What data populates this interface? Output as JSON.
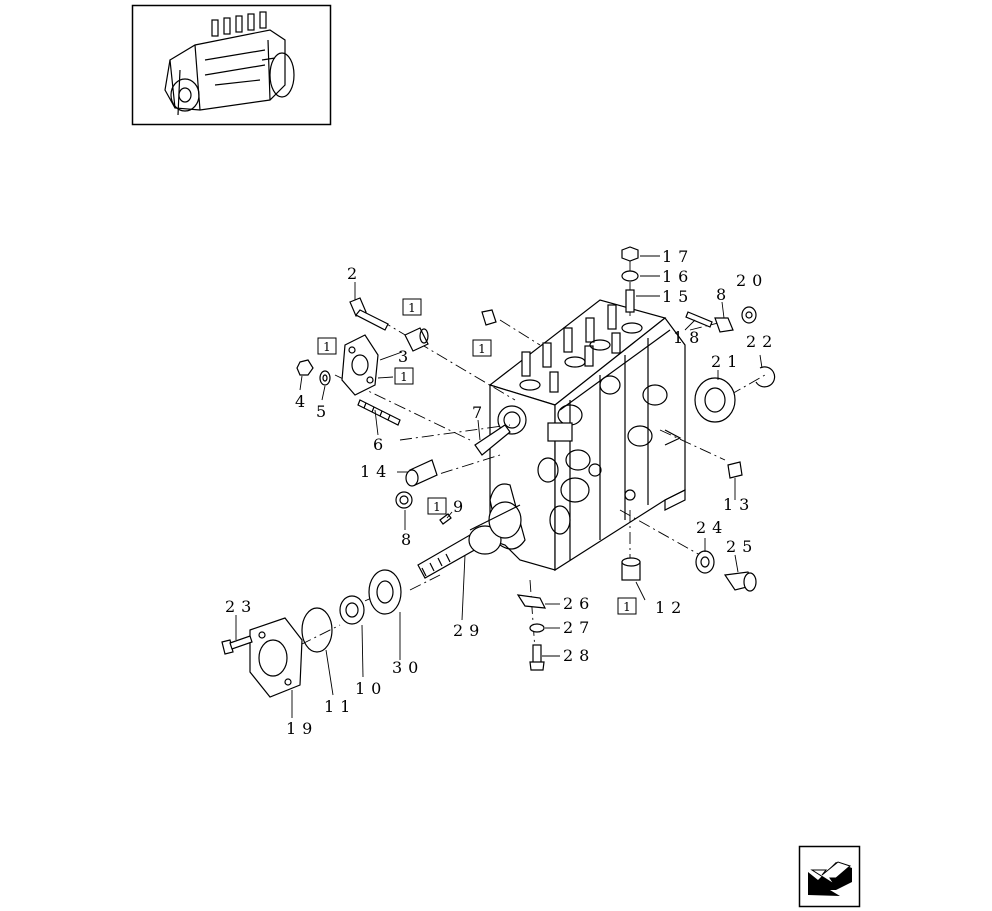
{
  "thumbnail": {
    "alt_icon": "injection-pump-thumbnail"
  },
  "nav": {
    "icon": "next-page-arrow-icon"
  },
  "callouts": [
    {
      "id": "c1",
      "text": "2"
    },
    {
      "id": "c2",
      "text": "1"
    },
    {
      "id": "c3",
      "text": "1"
    },
    {
      "id": "c4",
      "text": "1"
    },
    {
      "id": "c5",
      "text": "3"
    },
    {
      "id": "c6",
      "text": "1"
    },
    {
      "id": "c7",
      "text": "4"
    },
    {
      "id": "c8",
      "text": "5"
    },
    {
      "id": "c9",
      "text": "6"
    },
    {
      "id": "c10",
      "text": "7"
    },
    {
      "id": "c11",
      "text": "14"
    },
    {
      "id": "c12",
      "text": "8"
    },
    {
      "id": "c13",
      "text": "1"
    },
    {
      "id": "c14",
      "text": "9"
    },
    {
      "id": "c15",
      "text": "17"
    },
    {
      "id": "c16",
      "text": "16"
    },
    {
      "id": "c17",
      "text": "15"
    },
    {
      "id": "c18",
      "text": "8"
    },
    {
      "id": "c19",
      "text": "20"
    },
    {
      "id": "c20",
      "text": "18"
    },
    {
      "id": "c21",
      "text": "22"
    },
    {
      "id": "c22",
      "text": "21"
    },
    {
      "id": "c23",
      "text": "13"
    },
    {
      "id": "c24",
      "text": "24"
    },
    {
      "id": "c25",
      "text": "25"
    },
    {
      "id": "c26",
      "text": "1"
    },
    {
      "id": "c27",
      "text": "12"
    },
    {
      "id": "c28",
      "text": "26"
    },
    {
      "id": "c29",
      "text": "27"
    },
    {
      "id": "c30",
      "text": "28"
    },
    {
      "id": "c31",
      "text": "29"
    },
    {
      "id": "c32",
      "text": "23"
    },
    {
      "id": "c33",
      "text": "10"
    },
    {
      "id": "c34",
      "text": "30"
    },
    {
      "id": "c35",
      "text": "11"
    },
    {
      "id": "c36",
      "text": "19"
    }
  ]
}
